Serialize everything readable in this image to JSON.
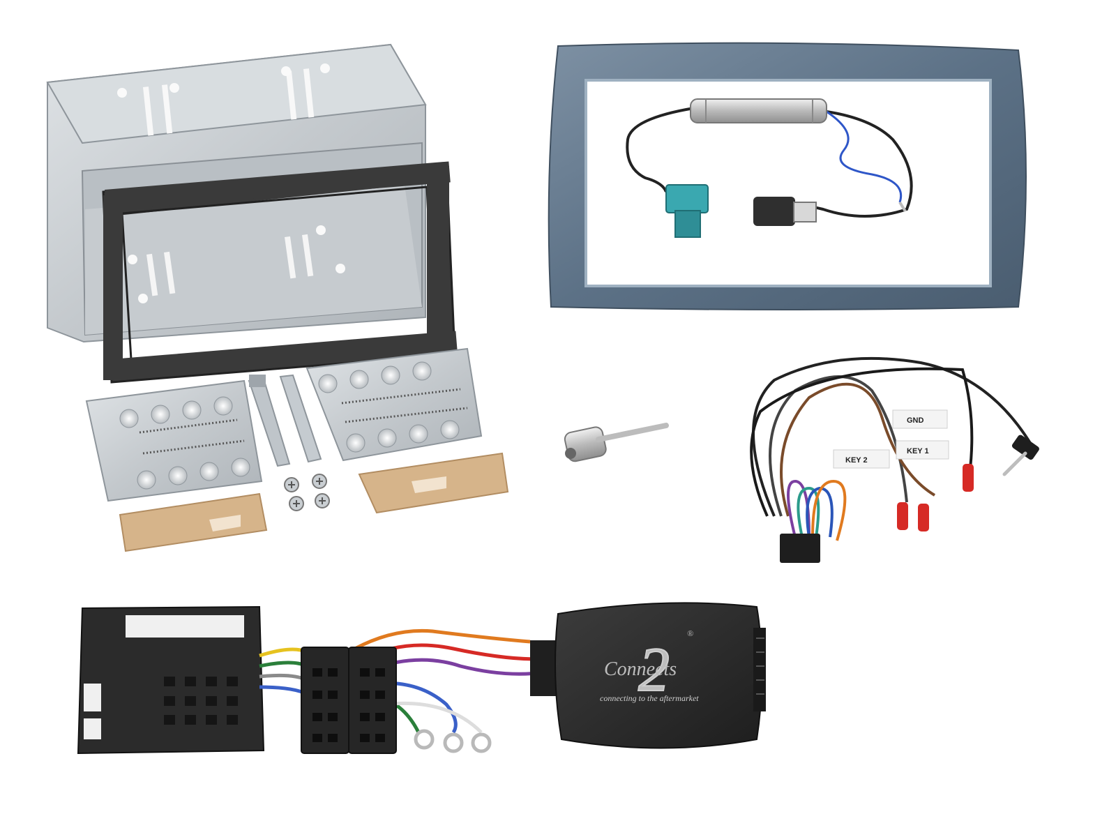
{
  "labels": {
    "gnd": "GND",
    "key1": "KEY 1",
    "key2": "KEY 2"
  },
  "logo": {
    "brand": "Connects",
    "number": "2",
    "registered": "®",
    "tagline": "connecting to the aftermarket"
  },
  "colors": {
    "background": "#ffffff",
    "cage_metal": "#c9ced2",
    "fascia_blue": "#5f7488",
    "surround_black": "#3a3a3a",
    "connector_teal": "#3aa8b0",
    "module_black": "#2b2b2b",
    "red_pins": "#d62a25",
    "label_white": "#f4f4f4"
  },
  "icons": [
    "din-cage-icon",
    "fascia-panel-icon",
    "antenna-adapter-icon",
    "stalk-lead-icon",
    "harness-connector-icon",
    "steering-interface-module-icon"
  ]
}
